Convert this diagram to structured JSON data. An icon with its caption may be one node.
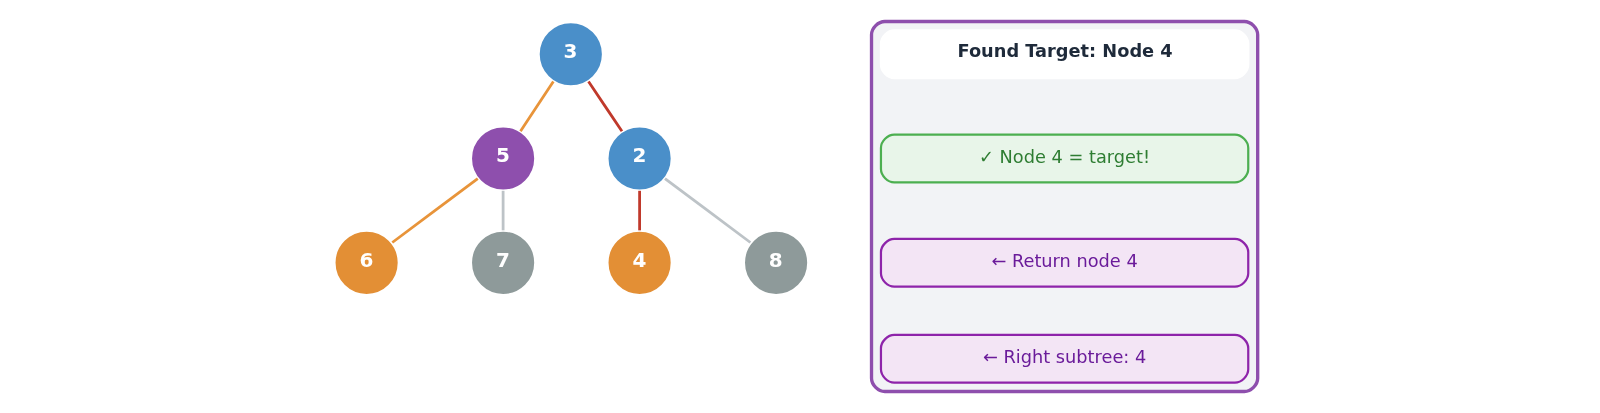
{
  "diagram": {
    "nodes": [
      {
        "text": [
          "3"
        ]
      },
      {
        "text": [
          "5"
        ]
      },
      {
        "text": [
          "2"
        ]
      },
      {
        "text": [
          "6"
        ]
      },
      {
        "text": [
          "7"
        ]
      },
      {
        "text": [
          "4"
        ]
      },
      {
        "text": [
          "8"
        ]
      },
      {
        "text": [],
        "shape": "box"
      },
      {
        "text": [
          "Found Target: Node 4"
        ],
        "in": 7
      },
      {
        "text": [
          "✓ Node 4 = target!"
        ],
        "in": 7
      },
      {
        "text": [
          "← Return node 4"
        ],
        "in": 7
      },
      {
        "text": [
          "← Right subtree: 4"
        ],
        "in": 7
      }
    ],
    "edges": [
      {
        "from": 0,
        "to": 1,
        "arrow": "none",
        "color": "#e8943a"
      },
      {
        "from": 0,
        "to": 2,
        "arrow": "none",
        "color": "#c0392b"
      },
      {
        "from": 1,
        "to": 3,
        "arrow": "none",
        "color": "#e8943a"
      },
      {
        "from": 1,
        "to": 4,
        "arrow": "none",
        "color": "#bdc3c7"
      },
      {
        "from": 2,
        "to": 5,
        "arrow": "none",
        "color": "#c0392b"
      },
      {
        "from": 2,
        "to": 6,
        "arrow": "none",
        "color": "#bdc3c7"
      }
    ]
  }
}
